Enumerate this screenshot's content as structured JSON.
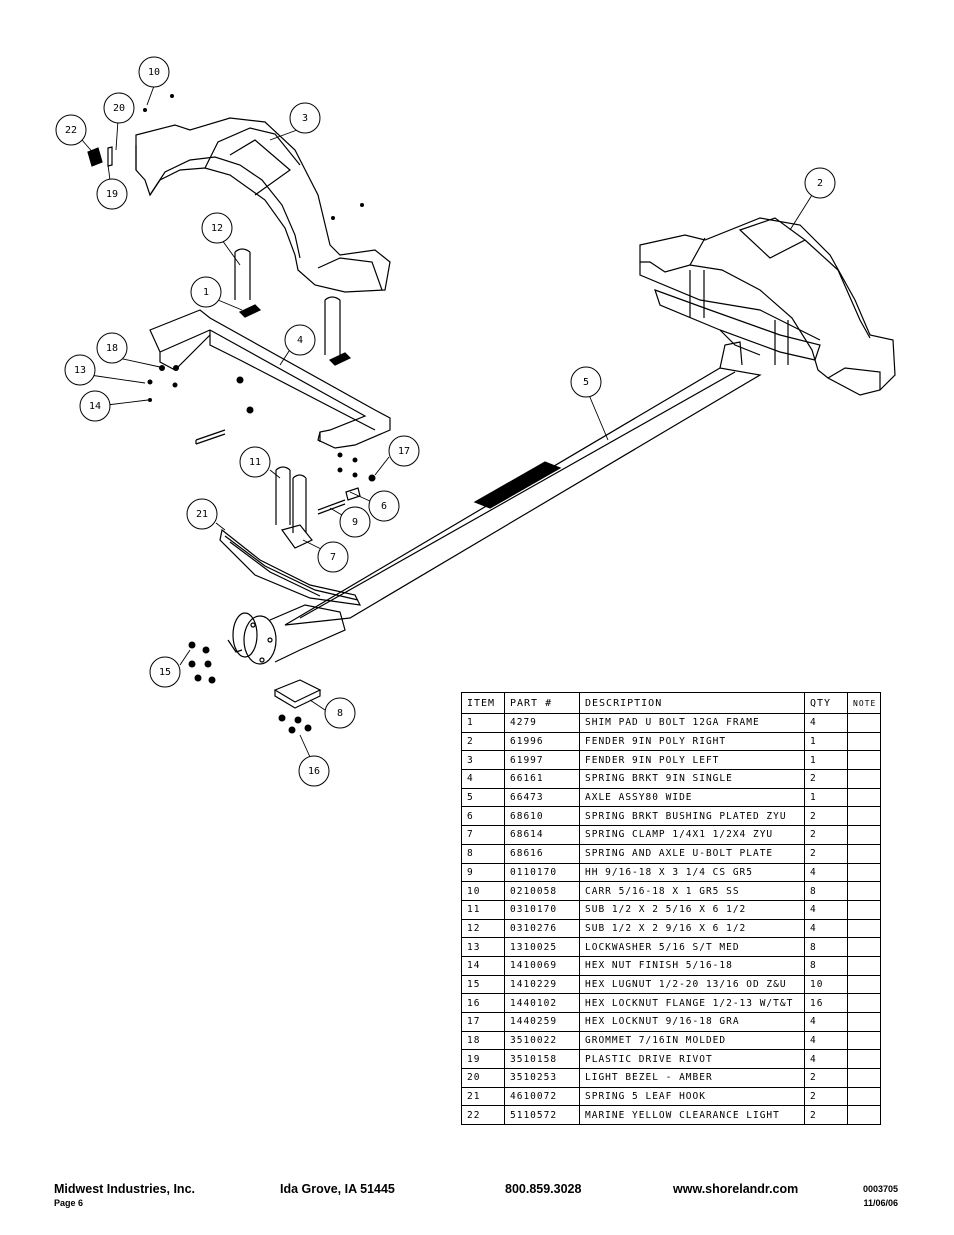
{
  "diagram": {
    "callouts": [
      "1",
      "2",
      "3",
      "4",
      "5",
      "6",
      "7",
      "8",
      "9",
      "10",
      "11",
      "12",
      "13",
      "14",
      "15",
      "16",
      "17",
      "18",
      "19",
      "20",
      "21",
      "22"
    ]
  },
  "parts_table": {
    "headers": [
      "ITEM",
      "PART #",
      "DESCRIPTION",
      "QTY",
      "NOTE"
    ],
    "rows": [
      [
        "1",
        "4279",
        "SHIM PAD   U BOLT 12GA FRAME",
        "4",
        ""
      ],
      [
        "2",
        "61996",
        "FENDER  9IN POLY RIGHT",
        "1",
        ""
      ],
      [
        "3",
        "61997",
        "FENDER  9IN POLY LEFT",
        "1",
        ""
      ],
      [
        "4",
        "66161",
        "SPRING BRKT   9IN SINGLE",
        "2",
        ""
      ],
      [
        "5",
        "66473",
        "AXLE ASSY80 WIDE",
        "1",
        ""
      ],
      [
        "6",
        "68610",
        "SPRING BRKT BUSHING PLATED ZYU",
        "2",
        ""
      ],
      [
        "7",
        "68614",
        "SPRING CLAMP   1/4X1 1/2X4  ZYU",
        "2",
        ""
      ],
      [
        "8",
        "68616",
        "SPRING AND AXLE U-BOLT PLATE",
        "2",
        ""
      ],
      [
        "9",
        "0110170",
        "HH 9/16-18 X 3 1/4 CS GR5",
        "4",
        ""
      ],
      [
        "10",
        "0210058",
        "CARR 5/16-18 X 1 GR5 SS",
        "8",
        ""
      ],
      [
        "11",
        "0310170",
        "SUB 1/2 X 2 5/16 X 6 1/2",
        "4",
        ""
      ],
      [
        "12",
        "0310276",
        "SUB 1/2 X 2 9/16 X 6 1/2",
        "4",
        ""
      ],
      [
        "13",
        "1310025",
        "LOCKWASHER 5/16 S/T MED",
        "8",
        ""
      ],
      [
        "14",
        "1410069",
        "HEX NUT FINISH 5/16-18",
        "8",
        ""
      ],
      [
        "15",
        "1410229",
        "HEX LUGNUT 1/2-20 13/16 OD Z&U",
        "10",
        ""
      ],
      [
        "16",
        "1440102",
        "HEX LOCKNUT FLANGE 1/2-13 W/T&T",
        "16",
        ""
      ],
      [
        "17",
        "1440259",
        "HEX LOCKNUT 9/16-18 GRA",
        "4",
        ""
      ],
      [
        "18",
        "3510022",
        "GROMMET  7/16IN MOLDED",
        "4",
        ""
      ],
      [
        "19",
        "3510158",
        "PLASTIC DRIVE RIVOT",
        "4",
        ""
      ],
      [
        "20",
        "3510253",
        "LIGHT BEZEL - AMBER",
        "2",
        ""
      ],
      [
        "21",
        "4610072",
        "SPRING  5 LEAF HOOK",
        "2",
        ""
      ],
      [
        "22",
        "5110572",
        "MARINE YELLOW CLEARANCE LIGHT",
        "2",
        ""
      ]
    ]
  },
  "footer": {
    "company": "Midwest Industries, Inc.",
    "page": "Page 6",
    "location": "Ida Grove, IA  51445",
    "phone": "800.859.3028",
    "website": "www.shorelandr.com",
    "doc_number": "0003705",
    "date": "11/06/06"
  }
}
